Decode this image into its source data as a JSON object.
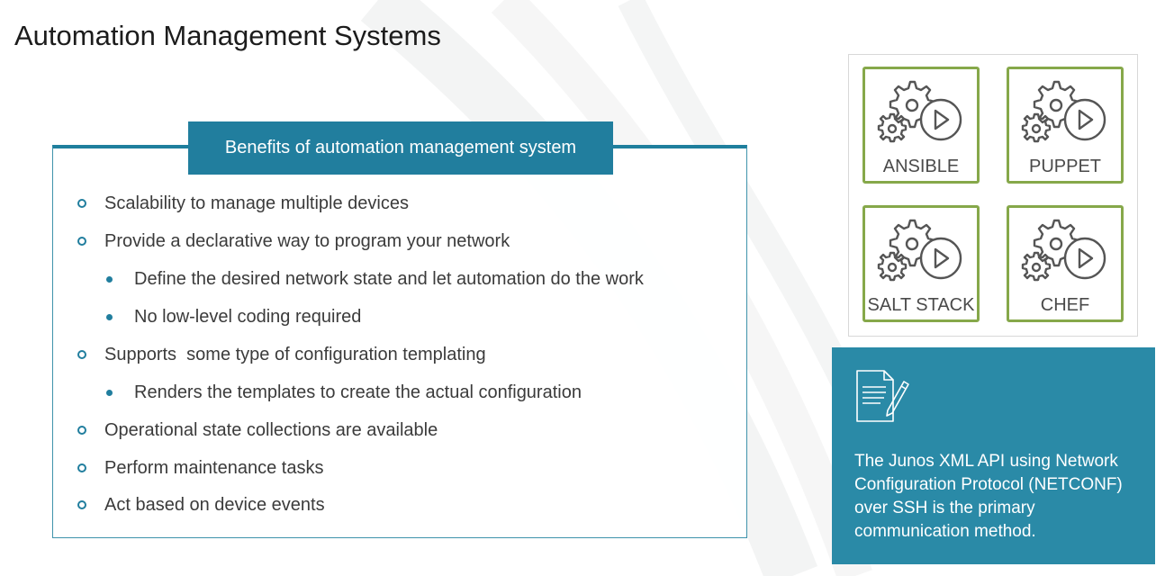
{
  "title": "Automation Management Systems",
  "benefits": {
    "header": "Benefits of automation management system",
    "items": [
      {
        "text": "Scalability to manage multiple devices",
        "level": 1
      },
      {
        "text": "Provide a declarative way to program your network",
        "level": 1
      },
      {
        "text": "Define the desired network state and let automation do the work",
        "level": 2
      },
      {
        "text": "No low-level coding required",
        "level": 2
      },
      {
        "text": "Supports  some type of configuration templating",
        "level": 1
      },
      {
        "text": "Renders the templates to create the actual configuration",
        "level": 2
      },
      {
        "text": "Operational state collections are available",
        "level": 1
      },
      {
        "text": "Perform maintenance tasks",
        "level": 1
      },
      {
        "text": "Act based on device events",
        "level": 1
      }
    ]
  },
  "tools": [
    {
      "label": "ANSIBLE",
      "icon": "gears-play-icon"
    },
    {
      "label": "PUPPET",
      "icon": "gears-play-icon"
    },
    {
      "label": "SALT STACK",
      "icon": "gears-play-icon"
    },
    {
      "label": "CHEF",
      "icon": "gears-play-icon"
    }
  ],
  "info": {
    "icon": "document-pen-icon",
    "text": "The Junos XML API using Network Configuration Protocol (NETCONF) over SSH is the primary communication method."
  },
  "colors": {
    "teal_header": "#217e9e",
    "teal_box": "#2a8aa7",
    "tile_border": "#86a84a",
    "text": "#3b3b3b"
  }
}
